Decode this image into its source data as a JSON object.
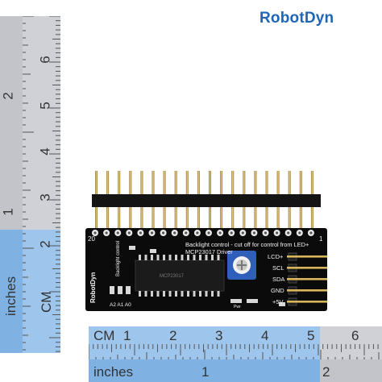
{
  "brand": {
    "logo_text": "RobotDyn",
    "color": "#1f66b8"
  },
  "vertical_ruler": {
    "inch_marks": [
      "1",
      "2"
    ],
    "cm_marks": [
      "2",
      "3",
      "4",
      "5",
      "6"
    ],
    "cm_unit": "CM",
    "inch_unit": "inches"
  },
  "horizontal_ruler": {
    "cm_unit": "CM",
    "cm_marks": [
      "1",
      "2",
      "3",
      "4",
      "5",
      "6"
    ],
    "inch_unit": "inches",
    "inch_marks": [
      "1",
      "2"
    ]
  },
  "board": {
    "pin_20": "20",
    "pin_1": "1",
    "title_line1": "Backlight control - cut off for control from LED+",
    "title_line2": "MCP23017 Driver",
    "backlight_label": "Backlight control",
    "logo": "RobotDyn",
    "address_pins": "A2 A1 A0",
    "pwr_label": "Pwr",
    "header_labels": [
      "LCD+",
      "SCL",
      "SDA",
      "GND",
      "+5V"
    ],
    "chip_text": "MCP23017"
  },
  "colors": {
    "ruler_blue": "#9ec5eb",
    "ruler_blue_dark": "#7fb2e3",
    "ruler_grey": "#cfd1d6",
    "board": "#0b0b0b",
    "pot": "#2f5fb8"
  }
}
